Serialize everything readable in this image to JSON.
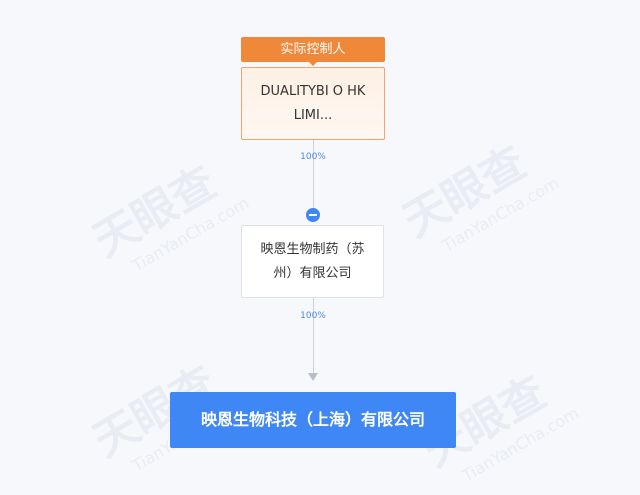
{
  "watermark": {
    "logo": "天眼查",
    "site": "TianYanCha.com"
  },
  "chart": {
    "controller_tag": "实际控制人",
    "nodes": [
      {
        "name": "DUALITYBI O HK LIMI..."
      },
      {
        "name": "映恩生物制药（苏州）有限公司"
      },
      {
        "name": "映恩生物科技（上海）有限公司"
      }
    ],
    "edges": [
      {
        "percent": "100%"
      },
      {
        "percent": "100%"
      }
    ]
  },
  "colors": {
    "accent": "#3f87f5",
    "controller": "#f0883a"
  }
}
